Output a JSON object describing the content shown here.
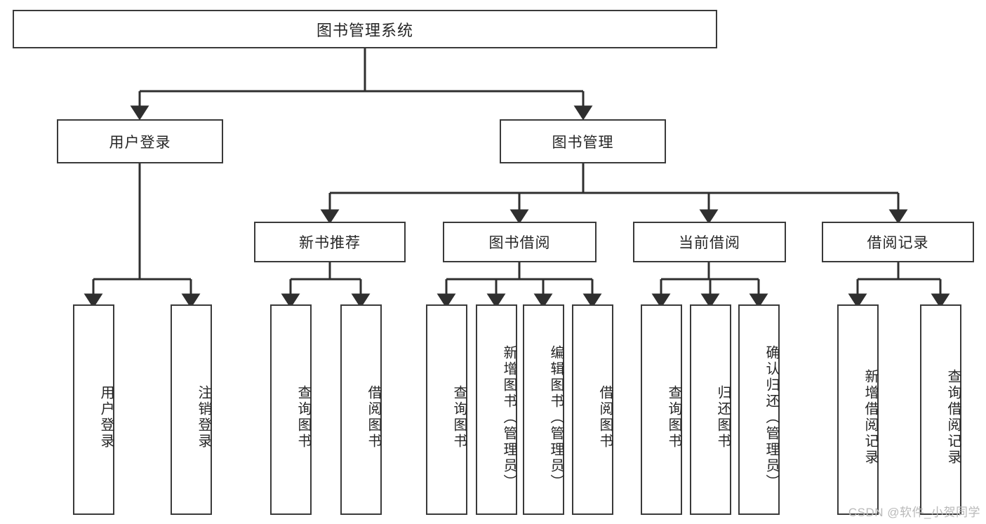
{
  "diagram": {
    "title": "图书管理系统",
    "watermark": "CSDN @软件_小贺同学",
    "levels": {
      "root": {
        "label": "图书管理系统"
      },
      "level2": [
        {
          "label": "用户登录"
        },
        {
          "label": "图书管理"
        }
      ],
      "level3": [
        {
          "label": "新书推荐"
        },
        {
          "label": "图书借阅"
        },
        {
          "label": "当前借阅"
        },
        {
          "label": "借阅记录"
        }
      ],
      "leaves": [
        {
          "label": "用户登录",
          "parent": "用户登录"
        },
        {
          "label": "注销登录",
          "parent": "用户登录"
        },
        {
          "label": "查询图书",
          "parent": "新书推荐"
        },
        {
          "label": "借阅图书",
          "parent": "新书推荐"
        },
        {
          "label": "查询图书",
          "parent": "图书借阅"
        },
        {
          "label": "新增图书（管理员）",
          "parent": "图书借阅"
        },
        {
          "label": "编辑图书（管理员）",
          "parent": "图书借阅"
        },
        {
          "label": "借阅图书",
          "parent": "图书借阅"
        },
        {
          "label": "查询图书",
          "parent": "当前借阅"
        },
        {
          "label": "归还图书",
          "parent": "当前借阅"
        },
        {
          "label": "确认归还（管理员）",
          "parent": "当前借阅"
        },
        {
          "label": "新增借阅记录",
          "parent": "借阅记录"
        },
        {
          "label": "查询借阅记录",
          "parent": "借阅记录"
        }
      ]
    },
    "colors": {
      "border": "#3a3a3a",
      "text": "#262626",
      "edge": "#2f2f2f",
      "background": "#ffffff",
      "watermark": "#b9b9b9"
    }
  }
}
